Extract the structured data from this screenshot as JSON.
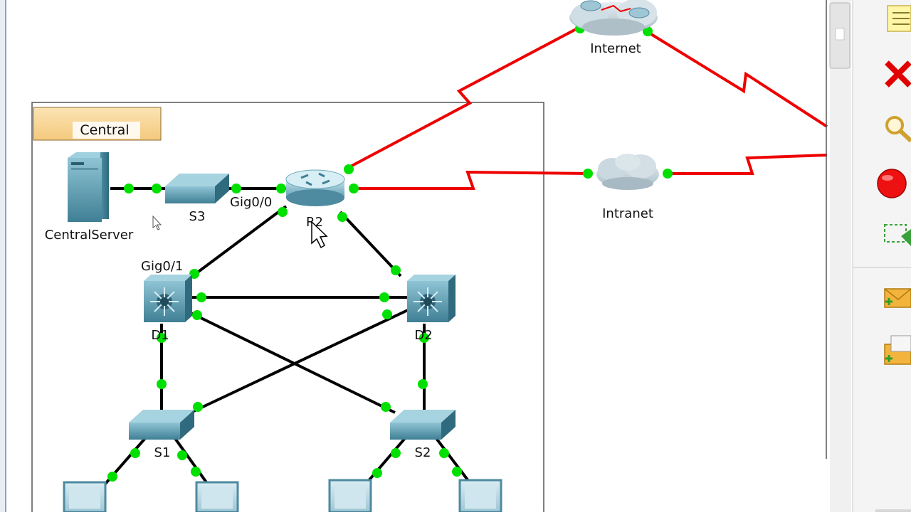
{
  "area": {
    "name": "Central"
  },
  "devices": {
    "server": "CentralServer",
    "s3": "S3",
    "r2": "R2",
    "d1": "D1",
    "d2": "D2",
    "s1": "S1",
    "s2": "S2",
    "internet": "Internet",
    "intranet": "Intranet"
  },
  "ports": {
    "r2_s3": "Gig0/0",
    "r2_d1": "Gig0/1"
  },
  "colors": {
    "serial_link": "#ee0000",
    "ethernet_link": "#000000",
    "link_status": "#00e000",
    "area_header": "#f8d89a",
    "device_teal": "#5a98ad"
  },
  "toolbar": {
    "icons": [
      "note-icon",
      "delete-icon",
      "inspect-icon",
      "draw-shape-icon",
      "resize-icon",
      "add-simple-pdu-icon",
      "add-complex-pdu-icon"
    ]
  }
}
